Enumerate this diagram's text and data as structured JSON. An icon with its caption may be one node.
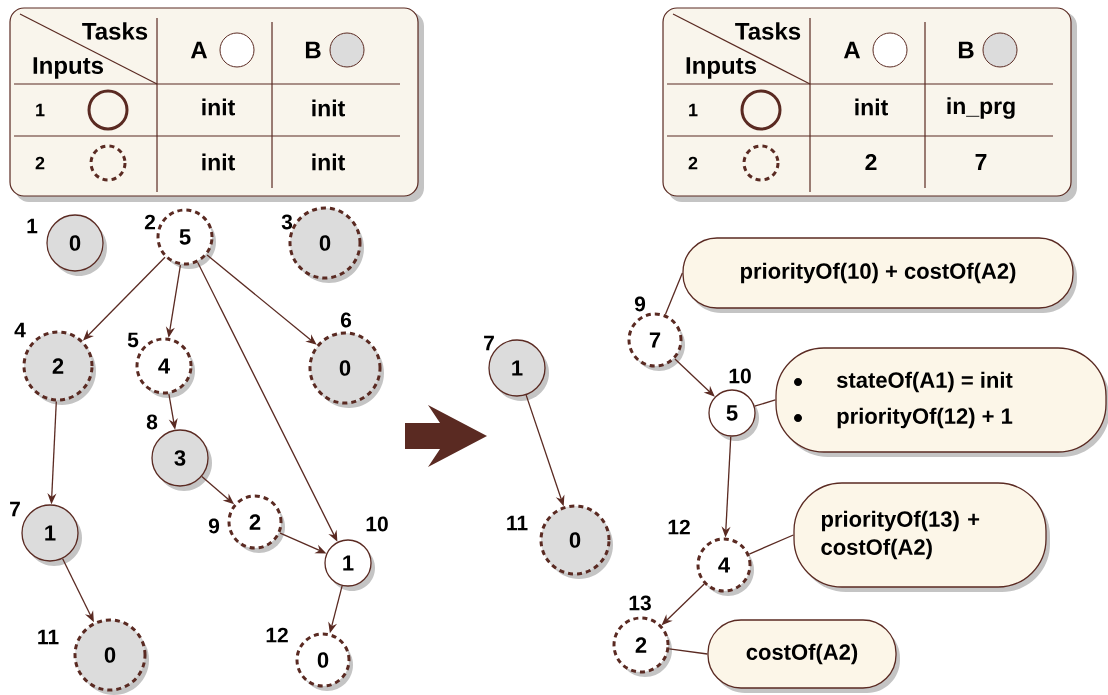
{
  "diagram": {
    "nodes": [
      {
        "text": [
          "Tasks",
          "Inputs",
          "A",
          "B",
          "1",
          "init",
          "init",
          "2",
          "init",
          "init"
        ]
      },
      {
        "text": [
          "Tasks",
          "Inputs",
          "A",
          "B",
          "1",
          "init",
          "in_prg",
          "2",
          "2",
          "7"
        ]
      },
      {
        "text": [
          "0"
        ],
        "beside": [
          "1"
        ]
      },
      {
        "text": [
          "5"
        ],
        "beside": [
          "2"
        ]
      },
      {
        "text": [
          "0"
        ],
        "beside": [
          "3"
        ]
      },
      {
        "text": [
          "2"
        ],
        "beside": [
          "4"
        ]
      },
      {
        "text": [
          "4"
        ],
        "beside": [
          "5"
        ]
      },
      {
        "text": [
          "0"
        ],
        "beside": [
          "6"
        ]
      },
      {
        "text": [
          "3"
        ],
        "beside": [
          "8"
        ]
      },
      {
        "text": [
          "1"
        ],
        "beside": [
          "7"
        ]
      },
      {
        "text": [
          "2"
        ],
        "beside": [
          "9"
        ]
      },
      {
        "text": [
          "1"
        ],
        "beside": [
          "10"
        ]
      },
      {
        "text": [
          "0"
        ],
        "beside": [
          "11"
        ]
      },
      {
        "text": [
          "0"
        ],
        "beside": [
          "12"
        ]
      },
      {
        "text": [
          "1"
        ],
        "beside": [
          "7"
        ]
      },
      {
        "text": [
          "0"
        ],
        "beside": [
          "11"
        ]
      },
      {
        "text": [
          "priorityOf(10) + costOf(A2)"
        ]
      },
      {
        "text": [
          "7"
        ],
        "beside": [
          "9"
        ]
      },
      {
        "text": [
          "stateOf(A1) = init",
          "priorityOf(12) + 1"
        ]
      },
      {
        "text": [
          "5"
        ],
        "beside": [
          "10"
        ]
      },
      {
        "text": [
          "priorityOf(13) + costOf(A2)"
        ]
      },
      {
        "text": [
          "4"
        ],
        "beside": [
          "12"
        ]
      },
      {
        "text": [
          "costOf(A2)"
        ]
      },
      {
        "text": [
          "2"
        ],
        "beside": [
          "13"
        ]
      }
    ],
    "edges": [
      {
        "from": 3,
        "to": 5,
        "arrow": "to"
      },
      {
        "from": 3,
        "to": 6,
        "arrow": "to"
      },
      {
        "from": 3,
        "to": 11,
        "arrow": "to"
      },
      {
        "from": 3,
        "to": 7,
        "arrow": "to"
      },
      {
        "from": 5,
        "to": 9,
        "arrow": "to"
      },
      {
        "from": 6,
        "to": 8,
        "arrow": "to"
      },
      {
        "from": 8,
        "to": 10,
        "arrow": "to"
      },
      {
        "from": 10,
        "to": 11,
        "arrow": "to"
      },
      {
        "from": 11,
        "to": 13,
        "arrow": "to"
      },
      {
        "from": 9,
        "to": 12,
        "arrow": "to"
      },
      {
        "from": 14,
        "to": 15,
        "arrow": "to"
      },
      {
        "from": 17,
        "to": 19,
        "arrow": "to"
      },
      {
        "from": 19,
        "to": 21,
        "arrow": "to"
      },
      {
        "from": 21,
        "to": 23,
        "arrow": "to"
      },
      {
        "from": 17,
        "to": 16,
        "arrow": "none"
      },
      {
        "from": 19,
        "to": 18,
        "arrow": "none"
      },
      {
        "from": 21,
        "to": 20,
        "arrow": "none"
      },
      {
        "from": 23,
        "to": 22,
        "arrow": "none"
      }
    ]
  }
}
